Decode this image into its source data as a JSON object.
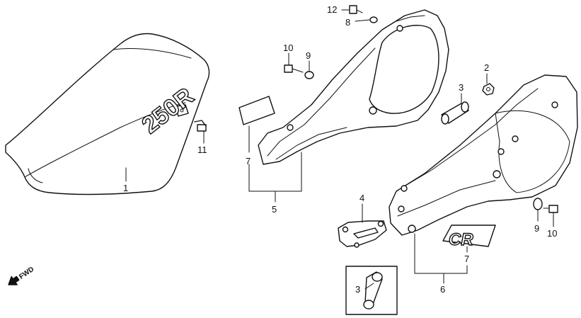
{
  "labels": {
    "seat": "1",
    "grommet": "2",
    "collar_upper": "3",
    "collar_lower": "3",
    "bracket": "4",
    "left_cover": "5",
    "right_cover": "6",
    "left_emblem": "7",
    "right_emblem": "7",
    "washer_upper": "8",
    "washer_left": "9",
    "washer_right": "9",
    "bolt_left": "10",
    "bolt_right": "10",
    "bolt_seat": "11",
    "bolt_top": "12"
  },
  "seat_decal": "250R",
  "cover_emblem": "CR",
  "direction_marker": "FWD"
}
